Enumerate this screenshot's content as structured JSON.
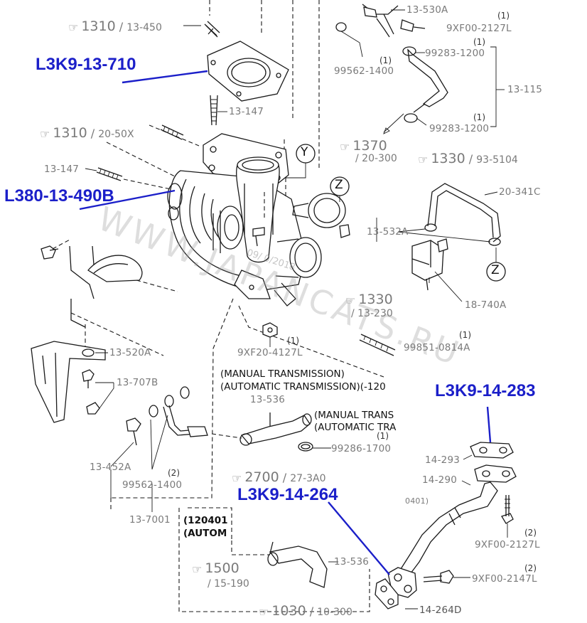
{
  "callouts": {
    "gasket_top": "L3K9-13-710",
    "turbo": "L380-13-490B",
    "gasket_right": "L3K9-14-283",
    "gasket_bottom": "L3K9-14-264"
  },
  "parts": {
    "p13_530A": "13-530A",
    "p9XF00_2127L_top": "9XF00-2127L",
    "p99562_1400_top": "99562-1400",
    "p99283_1200_top": "99283-1200",
    "p13_115": "13-115",
    "p99283_1200_bot": "99283-1200",
    "p13_147_top": "13-147",
    "p13_147_left": "13-147",
    "p20_341C": "20-341C",
    "p13_532A": "13-532A",
    "p18_740A": "18-740A",
    "p9XF20_4127L": "9XF20-4127L",
    "p99851_0814A": "99851-0814A",
    "p13_520A": "13-520A",
    "p13_707B": "13-707B",
    "p13_536_top": "13-536",
    "p99286_1700": "99286-1700",
    "p13_452A": "13-452A",
    "p99562_1400_bot": "99562-1400",
    "p13_7001": "13-7001",
    "p14_293": "14-293",
    "p14_290": "14-290",
    "p0401": "0401)",
    "p9XF00_2127L_bot": "9XF00-2127L",
    "p9XF00_2147L": "9XF00-2147L",
    "p13_536_bot": "13-536",
    "p14_264D": "14-264D"
  },
  "quantities": {
    "q_9XF00_2127L_top": "(1)",
    "q_99562_1400_top": "(1)",
    "q_99283_1200_top": "(1)",
    "q_99283_1200_bot": "(1)",
    "q_9XF20_4127L": "(1)",
    "q_99851_0814A": "(1)",
    "q_99286_1700": "(1)",
    "q_99562_1400_bot": "(2)",
    "q_9XF00_2127L_bot": "(2)",
    "q_9XF00_2147L": "(2)"
  },
  "references": {
    "r1310_a": {
      "num": "1310",
      "sub": "13-450"
    },
    "r1310_b": {
      "num": "1310",
      "sub": "20-50X"
    },
    "r1370": {
      "num": "1370",
      "sub": "20-300"
    },
    "r1330_a": {
      "num": "1330",
      "sub": "93-5104"
    },
    "r1330_b": {
      "num": "1330",
      "sub": "13-230"
    },
    "r2700": {
      "num": "2700",
      "sub": "27-3A0"
    },
    "r1500": {
      "num": "1500",
      "sub": "15-190"
    },
    "r1030": {
      "num": "1030",
      "sub": "10-300"
    }
  },
  "markers": {
    "y": "Y",
    "z_top": "Z",
    "z_bottom": "Z"
  },
  "notes": {
    "manual_1": "(MANUAL TRANSMISSION)",
    "auto_1": "(AUTOMATIC TRANSMISSION)(-120",
    "manual_2": "(MANUAL TRANS",
    "auto_2": "(AUTOMATIC TRA",
    "box_line1": "(120401",
    "box_line2": "(AUTOM"
  },
  "watermark": {
    "text": "WWW.JAPANCATS.RU",
    "date": "09/ 0/2018"
  },
  "colors": {
    "callout": "#1b1fc9",
    "line": "#1a1a1a",
    "label": "#7a7a7a"
  }
}
